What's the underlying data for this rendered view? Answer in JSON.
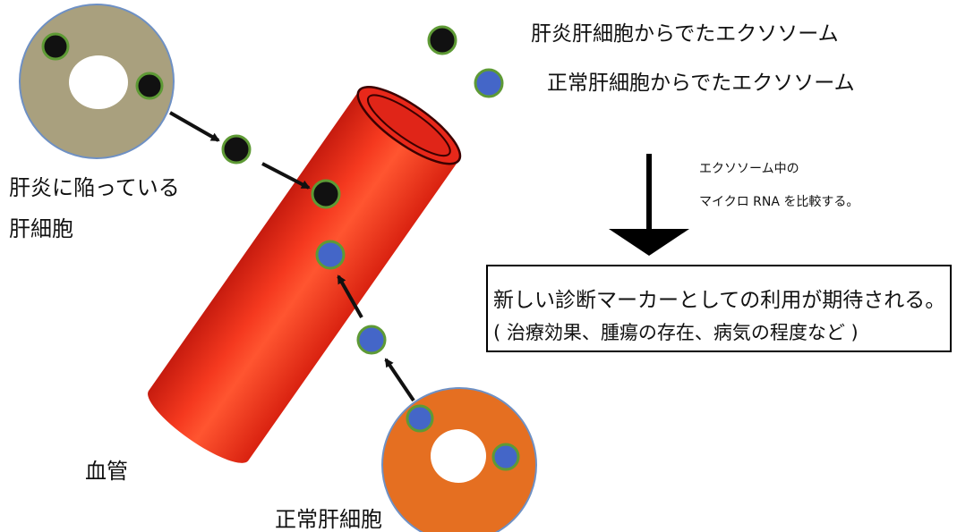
{
  "legend": {
    "hepatitis_exosome": "肝炎肝細胞からでたエクソソーム",
    "normal_exosome": "正常肝細胞からでたエクソソーム"
  },
  "labels": {
    "hepatitis_cell_line1": "肝炎に陥っている",
    "hepatitis_cell_line2": "肝細胞",
    "blood_vessel": "血管",
    "normal_cell": "正常肝細胞"
  },
  "annotation": {
    "line1": "エクソソーム中の",
    "line2": "マイクロ RNA を比較する。"
  },
  "conclusion": {
    "line1": "新しい診断マーカーとしての利用が期待される。",
    "line2": "( 治療効果、腫瘍の存在、病気の程度など )"
  },
  "colors": {
    "hepatitis_cell": "#a9a07e",
    "normal_cell": "#e56f21",
    "blood_vessel": "#ee2b1a",
    "hepatitis_exosome": "#111111",
    "normal_exosome": "#4466c8",
    "exosome_ring": "#5e9a35"
  }
}
